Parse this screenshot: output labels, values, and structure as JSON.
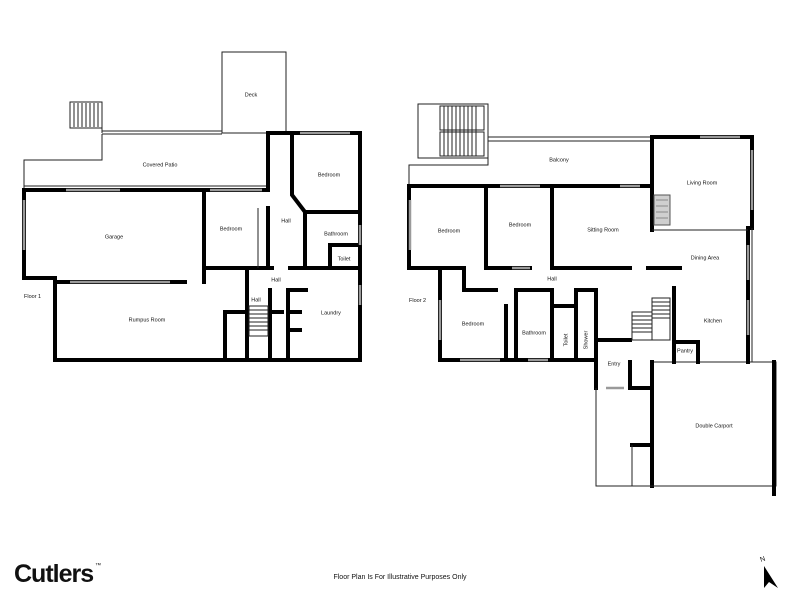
{
  "floor1": {
    "label": "Floor 1",
    "rooms": {
      "deck": "Deck",
      "covered_patio": "Covered Patio",
      "garage": "Garage",
      "bedroom_a": "Bedroom",
      "bedroom_b": "Bedroom",
      "hall_upper": "Hall",
      "bathroom": "Bathroom",
      "toilet": "Toilet",
      "hall_mid": "Hall",
      "hall_stair": "Hall",
      "rumpus_room": "Rumpus Room",
      "laundry": "Laundry"
    }
  },
  "floor2": {
    "label": "Floor 2",
    "rooms": {
      "balcony": "Balcony",
      "living_room": "Living Room",
      "bedroom_left": "Bedroom",
      "bedroom_mid": "Bedroom",
      "sitting_room": "Sitting Room",
      "dining_area": "Dining Area",
      "hall": "Hall",
      "bedroom_lower": "Bedroom",
      "bathroom": "Bathroom",
      "toilet": "Toilet",
      "shower": "Shower",
      "kitchen": "Kitchen",
      "pantry": "Pantry",
      "entry": "Entry",
      "double_carport": "Double Carport"
    }
  },
  "footer": {
    "brand": "Cutlers",
    "trademark": "™",
    "disclaimer": "Floor Plan Is For Illustrative Purposes Only",
    "compass_label": "N"
  }
}
